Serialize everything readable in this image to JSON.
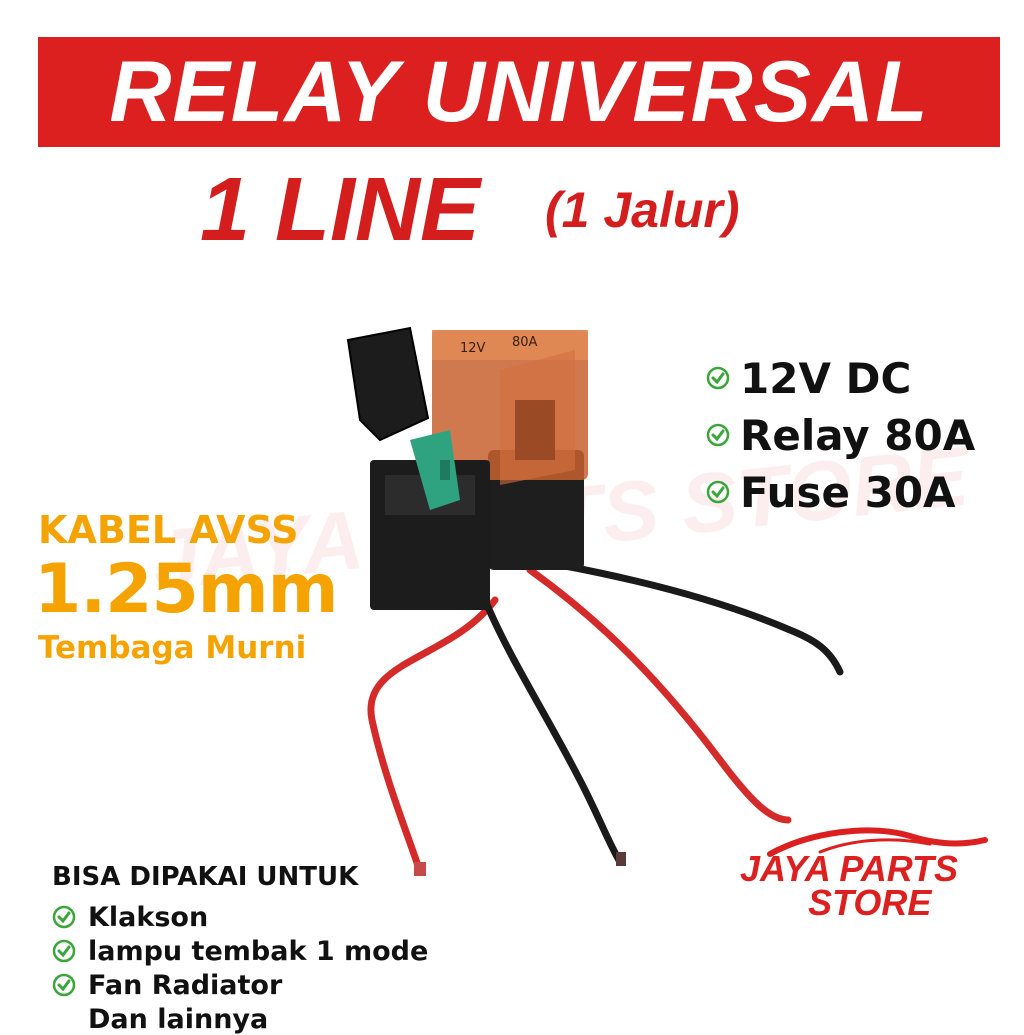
{
  "header": {
    "title": "RELAY UNIVERSAL",
    "subtitle": "1 LINE",
    "subtitle_note": "(1 Jalur)"
  },
  "specs": [
    {
      "label": "12V DC",
      "icon": "check-circle-icon"
    },
    {
      "label": "Relay 80A",
      "icon": "check-circle-icon"
    },
    {
      "label": "Fuse 30A",
      "icon": "check-circle-icon"
    }
  ],
  "cable": {
    "title": "KABEL AVSS",
    "size": "1.25mm",
    "material": "Tembaga Murni"
  },
  "uses": {
    "heading": "BISA DIPAKAI UNTUK",
    "items": [
      "Klakson",
      "lampu tembak 1 mode",
      "Fan Radiator"
    ],
    "more": "Dan lainnya"
  },
  "brand": {
    "line1": "JAYA PARTS",
    "line2": "STORE",
    "watermark": "JAYA PARTS STORE"
  },
  "product": {
    "relay_label_voltage": "12V",
    "relay_label_current": "80A"
  },
  "colors": {
    "accent_red": "#dc1f1f",
    "accent_orange": "#f5a300",
    "check_green": "#3aa63a",
    "text_dark": "#111111",
    "wire_red": "#d42a2a",
    "wire_black": "#1a1a1a",
    "relay_amber": "#c8622f"
  }
}
